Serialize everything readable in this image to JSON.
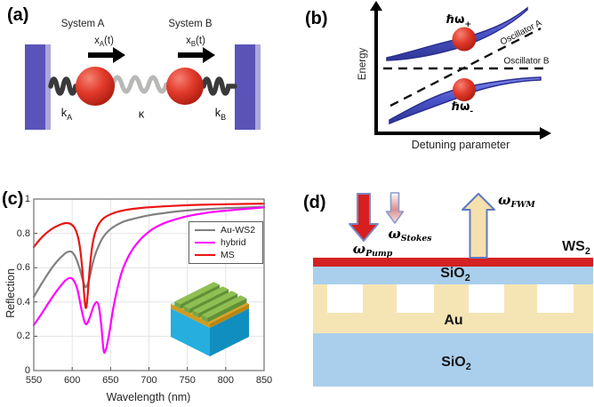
{
  "panels": {
    "a": {
      "label": "(a)",
      "system_a": "System A",
      "system_b": "System B",
      "disp_a": {
        "base": "x",
        "sub": "A",
        "rest": "(t)"
      },
      "disp_b": {
        "base": "x",
        "sub": "B",
        "rest": "(t)"
      },
      "spring_a": {
        "base": "k",
        "sub": "A"
      },
      "coupling": "κ",
      "spring_b": {
        "base": "k",
        "sub": "B"
      }
    },
    "b": {
      "label": "(b)",
      "ylabel": "Energy",
      "xlabel": "Detuning parameter",
      "upper_branch": {
        "base": "ℏω",
        "sub": "+"
      },
      "lower_branch": {
        "base": "ℏω",
        "sub": "-"
      },
      "oscillator_a": "Oscillator A",
      "oscillator_b": "Oscillator B"
    },
    "c": {
      "label": "(c)"
    },
    "d": {
      "label": "(d)",
      "pump": {
        "base": "ω",
        "sub": "Pump"
      },
      "stokes": {
        "base": "ω",
        "sub": "Stokes"
      },
      "fwm": {
        "base": "ω",
        "sub": "FWM"
      },
      "ws2": {
        "base": "WS",
        "sub": "2"
      },
      "sio2_top": {
        "base": "SiO",
        "sub": "2"
      },
      "au": "Au",
      "sio2_bottom": {
        "base": "SiO",
        "sub": "2"
      }
    }
  },
  "colors": {
    "wall_purple": "#5a54b8",
    "wall_highlight": "#aba7da",
    "mass_red": "#d92b1c",
    "spring_dark": "#3a3a3a",
    "spring_light": "#b8b8b6",
    "ribbon_blue": "#4a52c8",
    "ws2_red": "#d42121",
    "sio2_blue": "#a9cfec",
    "au_gold": "#f6e5b4",
    "pump_red": "#d81f1f",
    "fwm_tan": "#f5e0ae",
    "arrow_outline_blue": "#6f82c2"
  },
  "chart_data": {
    "type": "line",
    "title": "",
    "xlabel": "Wavelength (nm)",
    "ylabel": "Reflection",
    "xlim": [
      550,
      850
    ],
    "ylim": [
      0,
      1
    ],
    "xticks": [
      550,
      600,
      650,
      700,
      750,
      800,
      850
    ],
    "yticks": [
      0,
      0.2,
      0.4,
      0.6,
      0.8,
      1
    ],
    "ytick_labels": [
      "0",
      "0.2",
      "0.4",
      "0.6",
      "0.8",
      "1"
    ],
    "grid": true,
    "legend_position": "upper right",
    "series": [
      {
        "name": "Au-WS2",
        "color": "#808080",
        "x": [
          550,
          560,
          570,
          580,
          590,
          595,
          600,
          605,
          610,
          615,
          618,
          622,
          627,
          632,
          640,
          650,
          665,
          680,
          700,
          725,
          750,
          775,
          800,
          825,
          850
        ],
        "y": [
          0.43,
          0.505,
          0.575,
          0.635,
          0.68,
          0.693,
          0.69,
          0.655,
          0.59,
          0.51,
          0.487,
          0.53,
          0.63,
          0.7,
          0.775,
          0.825,
          0.865,
          0.885,
          0.905,
          0.922,
          0.933,
          0.941,
          0.947,
          0.951,
          0.955
        ]
      },
      {
        "name": "hybrid",
        "color": "#ff00ff",
        "x": [
          550,
          560,
          570,
          580,
          590,
          597,
          602,
          607,
          612,
          616,
          619,
          623,
          628,
          632,
          635,
          638,
          641,
          644,
          648,
          653,
          658,
          665,
          675,
          685,
          700,
          715,
          730,
          750,
          775,
          800,
          825,
          850
        ],
        "y": [
          0.265,
          0.33,
          0.4,
          0.465,
          0.52,
          0.54,
          0.525,
          0.47,
          0.36,
          0.285,
          0.272,
          0.31,
          0.375,
          0.4,
          0.37,
          0.26,
          0.115,
          0.125,
          0.21,
          0.35,
          0.46,
          0.58,
          0.68,
          0.745,
          0.81,
          0.85,
          0.875,
          0.9,
          0.92,
          0.932,
          0.942,
          0.952
        ]
      },
      {
        "name": "MS",
        "color": "#ec1414",
        "x": [
          550,
          558,
          566,
          575,
          585,
          592,
          598,
          604,
          609,
          613,
          616,
          618,
          620,
          623,
          627,
          632,
          638,
          645,
          655,
          670,
          690,
          710,
          740,
          770,
          800,
          850
        ],
        "y": [
          0.72,
          0.765,
          0.8,
          0.83,
          0.852,
          0.86,
          0.855,
          0.825,
          0.75,
          0.6,
          0.42,
          0.365,
          0.43,
          0.6,
          0.75,
          0.83,
          0.875,
          0.9,
          0.92,
          0.937,
          0.948,
          0.955,
          0.962,
          0.967,
          0.97,
          0.973
        ]
      }
    ]
  }
}
